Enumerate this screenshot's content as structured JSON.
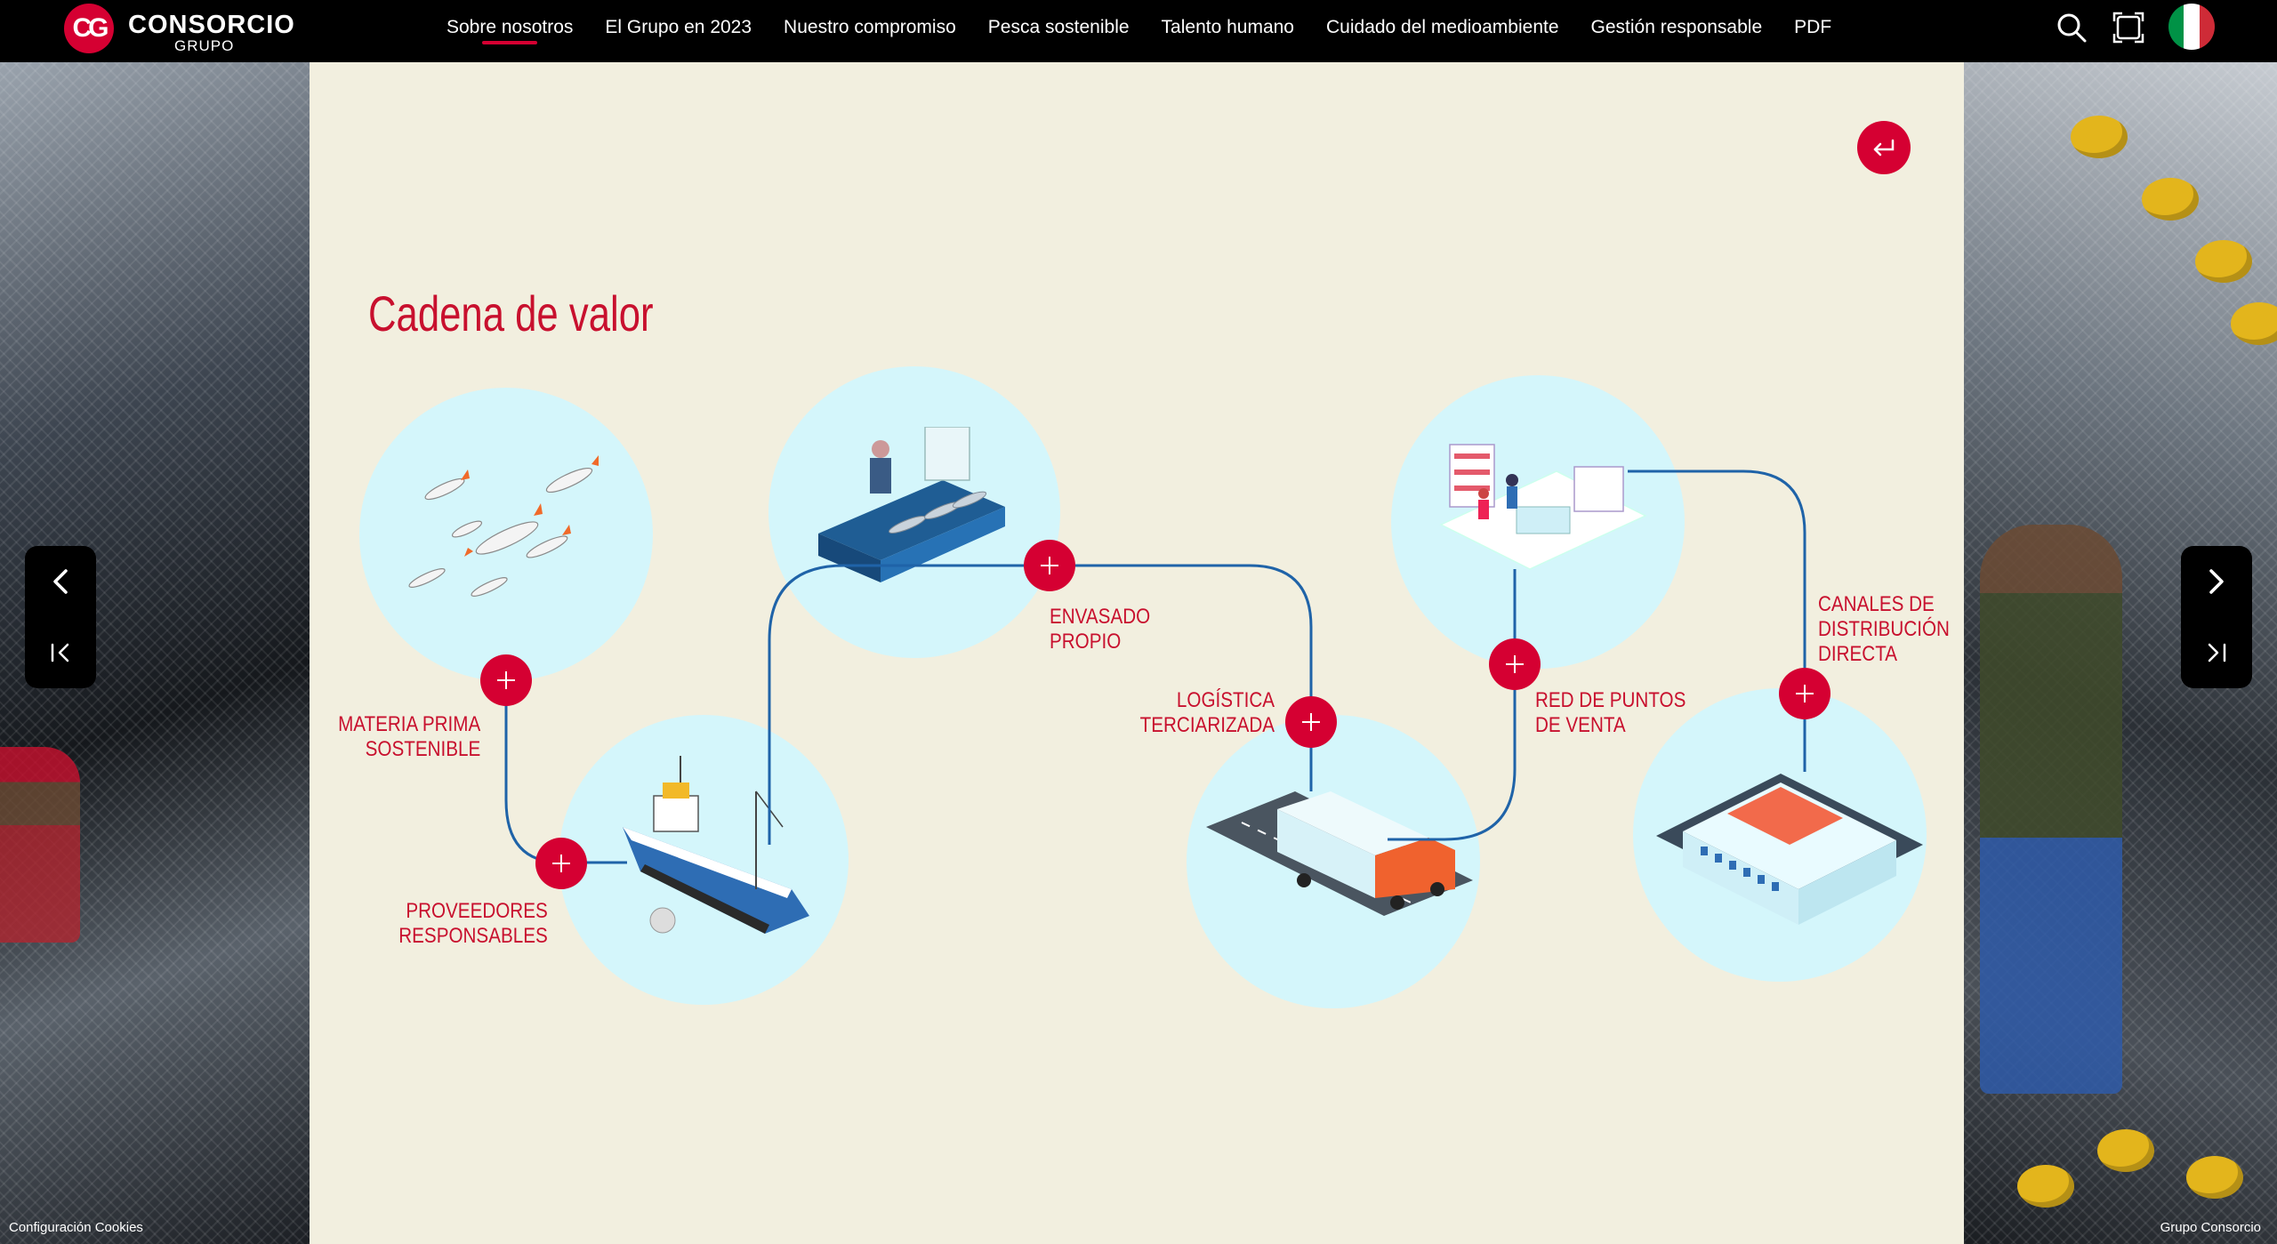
{
  "header": {
    "logo": {
      "mark": "CG",
      "name": "CONSORCIO",
      "sub": "GRUPO"
    },
    "nav": [
      {
        "label": "Sobre nosotros",
        "active": true
      },
      {
        "label": "El Grupo en 2023"
      },
      {
        "label": "Nuestro compromiso"
      },
      {
        "label": "Pesca sostenible"
      },
      {
        "label": "Talento humano"
      },
      {
        "label": "Cuidado del medioambiente"
      },
      {
        "label": "Gestión responsable"
      },
      {
        "label": "PDF"
      }
    ],
    "tools": [
      "search-icon",
      "fullscreen-icon",
      "italy-flag-icon"
    ]
  },
  "main": {
    "title": "Cadena de valor",
    "steps": [
      {
        "lines": [
          "MATERIA PRIMA",
          "SOSTENIBLE"
        ]
      },
      {
        "lines": [
          "PROVEEDORES",
          "RESPONSABLES"
        ]
      },
      {
        "lines": [
          "ENVASADO",
          "PROPIO"
        ]
      },
      {
        "lines": [
          "LOGÍSTICA",
          "TERCIARIZADA"
        ]
      },
      {
        "lines": [
          "RED DE PUNTOS",
          "DE VENTA"
        ]
      },
      {
        "lines": [
          "CANALES DE",
          "DISTRIBUCIÓN",
          "DIRECTA"
        ]
      }
    ]
  },
  "footer": {
    "cookies": "Configuración Cookies",
    "brand": "Grupo Consorcio"
  },
  "colors": {
    "accent": "#d50032",
    "title": "#c8102e",
    "panel_bg": "#f2efdf",
    "circle": "#d4f6fb",
    "path": "#1f63a8"
  }
}
